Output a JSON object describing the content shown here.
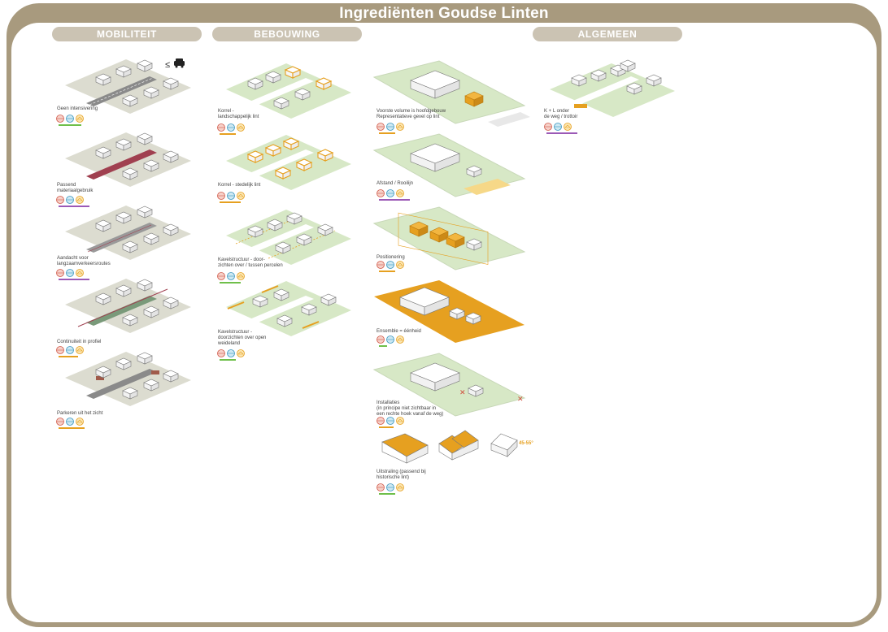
{
  "header": {
    "title": "Ingrediënten Goudse Linten"
  },
  "columns": {
    "mobiliteit": "MOBILITEIT",
    "bebouwing": "BEBOUWING",
    "algemeen": "ALGEMEEN"
  },
  "mobiliteit_icon": "≤",
  "icons": {
    "car": "car-icon",
    "circle_red": "landscape-icon",
    "circle_blue": "water-icon",
    "circle_orange": "house-icon"
  },
  "colors": {
    "frame": "#a89a7e",
    "pill": "#cbc3b3",
    "ground_green": "#d7e8c6",
    "ground_grey": "#dcdcd0",
    "accent_orange": "#e6a020",
    "road_red": "#a04050"
  },
  "mobiliteit": [
    {
      "caption": "Geen intensivering"
    },
    {
      "caption": "Passend\nmateriaalgebruik"
    },
    {
      "caption": "Aandacht voor\nlangzaamverkeersroutes"
    },
    {
      "caption": "Continuiteit in profiel"
    },
    {
      "caption": "Parkeren uit het zicht"
    }
  ],
  "bebouwing1": [
    {
      "caption": "Korrel -\nlandschappelijk lint"
    },
    {
      "caption": "Korrel - stedelijk lint"
    },
    {
      "caption": "Kavelstructuur - door-\nzichten over / tussen percelen"
    },
    {
      "caption": "Kavelstructuur -\ndoorzichten over open\nweideland"
    }
  ],
  "bebouwing2": [
    {
      "caption": "Voorste volume is hoofdgebouw\nRepresentatieve gevel op lint"
    },
    {
      "caption": "Afstand / Rooilijn"
    },
    {
      "caption": "Positionering"
    },
    {
      "caption": "Ensemble = éénheid"
    },
    {
      "caption": "Installaties\n(in principe niet zichtbaar in\neen rechte hoek vanaf de weg)"
    },
    {
      "caption": "Uitstraling (passend bij\nhistorische lint)"
    }
  ],
  "roof_label": "45-55°",
  "algemeen": [
    {
      "caption": "K + L onder\nde weg / trottoir"
    }
  ]
}
